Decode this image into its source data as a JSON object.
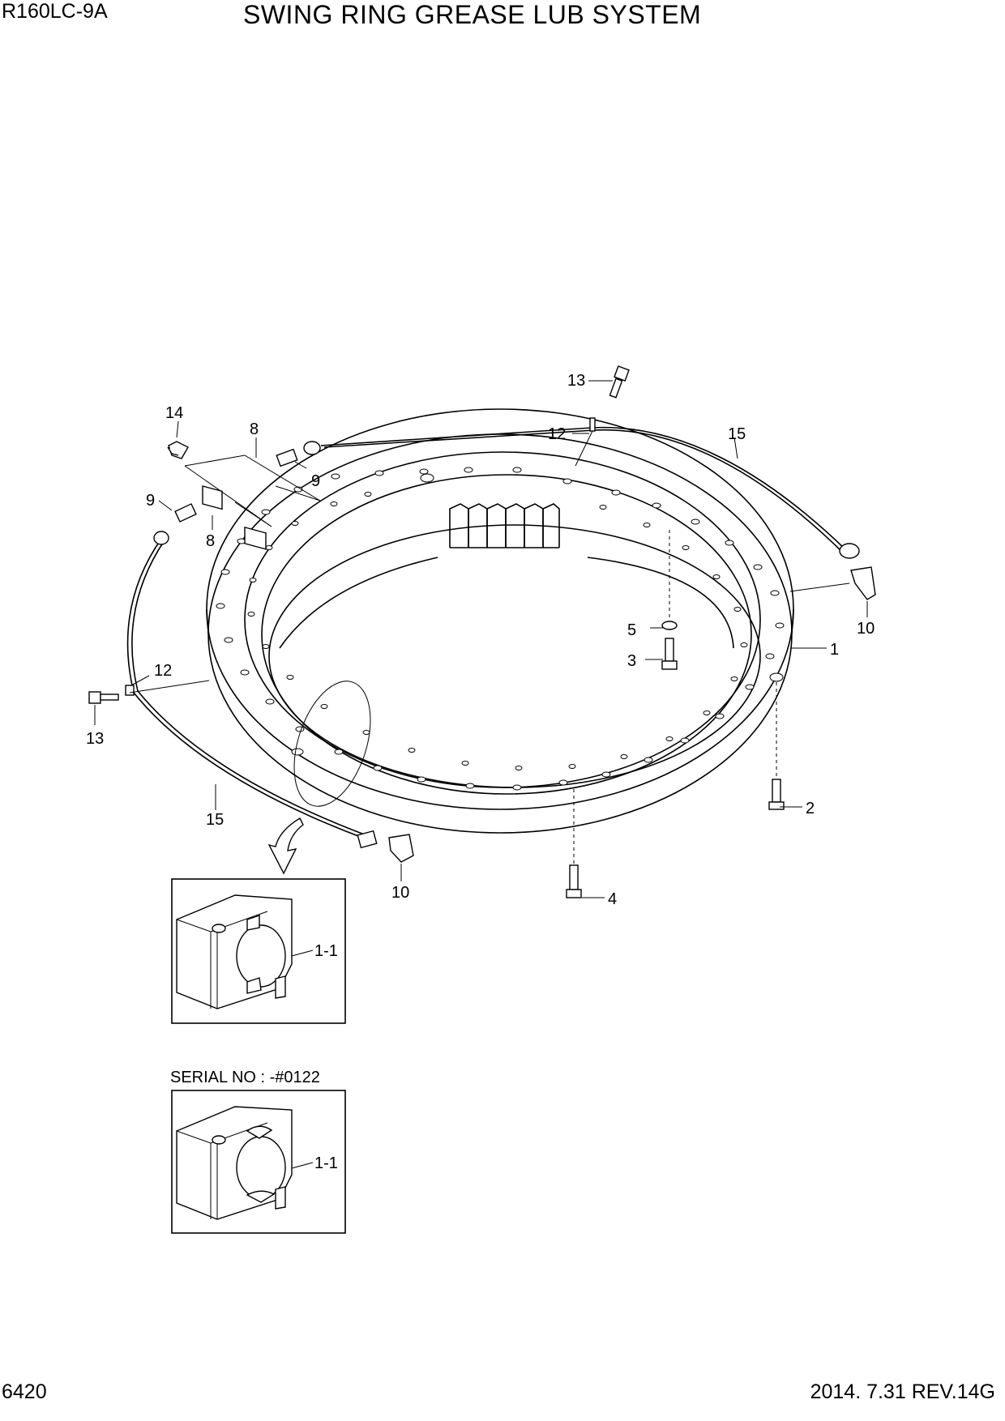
{
  "header": {
    "model": "R160LC-9A",
    "title": "SWING RING GREASE LUB SYSTEM"
  },
  "footer": {
    "page_number": "6420",
    "revision": "2014. 7.31  REV.14G"
  },
  "detail_views": {
    "serial_note": "SERIAL NO : -#0122"
  },
  "callouts": {
    "c1": "1",
    "c2": "2",
    "c3": "3",
    "c4": "4",
    "c5": "5",
    "c8a": "8",
    "c8b": "8",
    "c9a": "9",
    "c9b": "9",
    "c10a": "10",
    "c10b": "10",
    "c12a": "12",
    "c12b": "12",
    "c13a": "13",
    "c13b": "13",
    "c14": "14",
    "c15a": "15",
    "c15b": "15",
    "c1_1a": "1-1",
    "c1_1b": "1-1"
  }
}
